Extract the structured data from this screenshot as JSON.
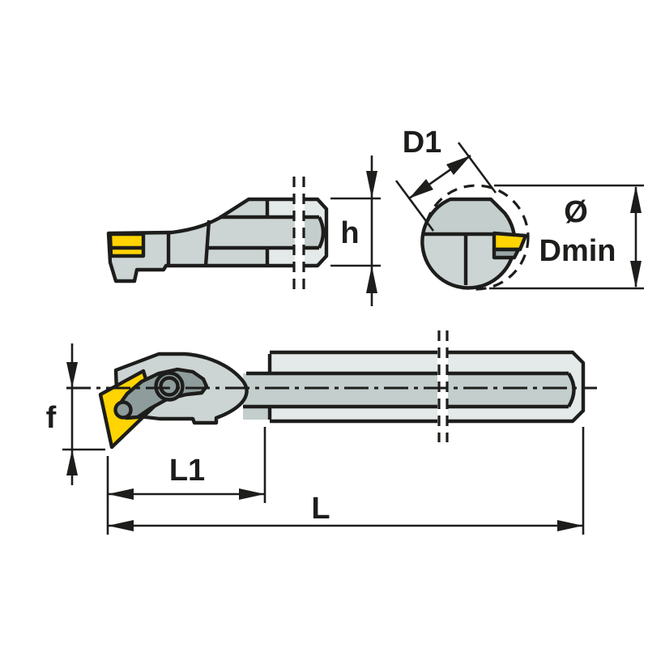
{
  "drawing": {
    "type": "technical-dimension-drawing",
    "labels": {
      "h": "h",
      "d1": "D1",
      "diameter": "Ø",
      "dmin": "Dmin",
      "f": "f",
      "l1": "L1",
      "l": "L"
    },
    "colors": {
      "outline": "#1d1d1b",
      "body": "#ccd5d4",
      "band_light": "#e4eae9",
      "band_mid": "#c3cecd",
      "clamp": "#8e9d9c",
      "shim": "#9aa7a6",
      "insert": "#ffd400",
      "background": "#ffffff"
    }
  }
}
